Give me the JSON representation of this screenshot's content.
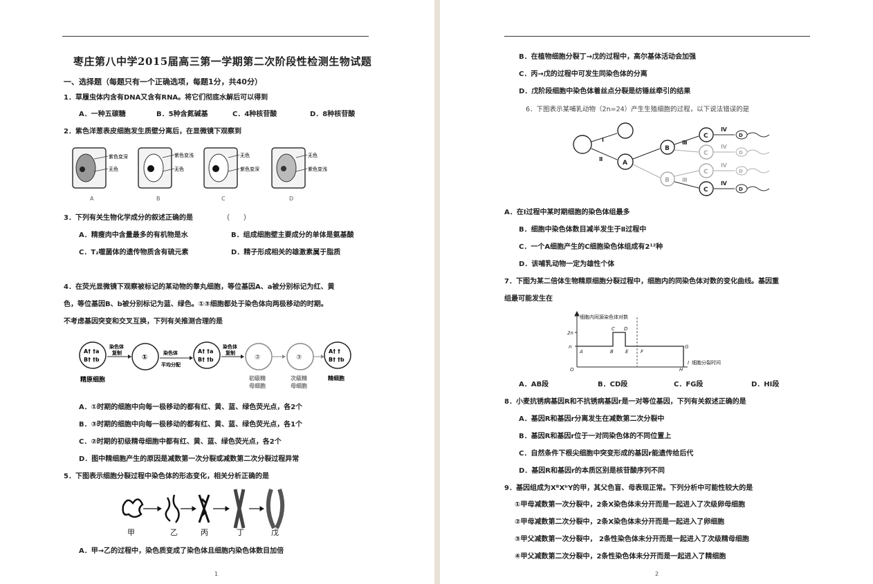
{
  "page1": {
    "title": "枣庄第八中学2015届高三第一学期第二次阶段性检测生物试题",
    "section": "一、选择题（每题只有一个正确选项，每题1分，共40分）",
    "q1": {
      "stem": "1．草履虫体内含有DNA又含有RNA。将它们彻底水解后可以得到",
      "a": "A．一种五碳糖",
      "b": "B．5种含氮碱基",
      "c": "C．4种核苷酸",
      "d": "D．8种核苷酸"
    },
    "q2": {
      "stem": "2．紫色洋葱表皮细胞发生质壁分离后，在显微镜下观察到",
      "cells": [
        {
          "l1": "紫色变深",
          "l2": "无色",
          "letter": "A"
        },
        {
          "l1": "紫色变浅",
          "l2": "无色",
          "letter": "B"
        },
        {
          "l1": "无色",
          "l2": "紫色变深",
          "letter": "C"
        },
        {
          "l1": "无色",
          "l2": "紫色变浅",
          "letter": "D"
        }
      ]
    },
    "q3": {
      "stem": "3．下列有关生物化学成分的叙述正确的是",
      "paren": "（　　）",
      "a": "A．精瘦肉中含量最多的有机物是水",
      "b": "B．组成细胞壁主要成分的单体是氨基酸",
      "c": "C．T₂噬菌体的遗传物质含有硫元素",
      "d": "D．精子形成相关的雄激素属于脂质"
    },
    "q4": {
      "l1": "4．在荧光显微镜下观察被标记的某动物的睾丸细胞，等位基因A、a被分别标记为红、黄",
      "l2": "色，等位基因B、b被分别标记为蓝、绿色。①③细胞都处于染色体向两极移动的时期。",
      "l3": "不考虑基因突变和交叉互换，下列有关推测合理的是",
      "diagram": {
        "cell0": "A† †a",
        "cell0b": "B† †b",
        "arrow1a": "染色体",
        "arrow1b": "复制",
        "c1": "①",
        "arrow2a": "染色体",
        "arrow2b": "平均分配",
        "cell2": "A† †a",
        "cell2b": "B† †b",
        "arrow3a": "染色体",
        "arrow3b": "复制",
        "c3": "②",
        "c4": "③",
        "cell5": "A† †",
        "cell5b": "B† †b",
        "lab0": "精原细胞",
        "lab3a": "初级精",
        "lab3b": "母细胞",
        "lab4a": "次级精",
        "lab4b": "母细胞",
        "lab5": "精细胞"
      },
      "a": "A．①时期的细胞中向每一极移动的都有红、黄、蓝、绿色荧光点，各2个",
      "b": "B．③时期的细胞中向每一极移动的都有红、黄、蓝、绿色荧光点，各1个",
      "c": "C．②时期的初级精母细胞中都有红、黄、蓝、绿色荧光点，各2个",
      "d": "D．图中精细胞产生的原因是减数第一次分裂或减数第二次分裂过程异常"
    },
    "q5": {
      "stem": "5．下图表示细胞分裂过程中染色体的形态变化，相关分析正确的是",
      "labels": [
        "甲",
        "乙",
        "丙",
        "丁",
        "戊"
      ],
      "a": "A．甲→乙的过程中，染色质变成了染色体且细胞内染色体数目加倍"
    },
    "page_num": "1"
  },
  "page2": {
    "q5b": "B．在植物细胞分裂丁→戊的过程中，高尔基体活动会加强",
    "q5c": "C．丙→戊的过程中可发生同染色体的分离",
    "q5d": "D．戊阶段细胞中染色体着丝点分裂是纺锤丝牵引的结果",
    "q6": {
      "stem": "6．下图表示某哺乳动物（2n=24）产生生殖细胞的过程，以下说法错误的是",
      "nodes": {
        "a": "A",
        "b": "B",
        "c": "C",
        "d": "D",
        "r1": "Ⅰ",
        "r2": "Ⅱ",
        "r3": "Ⅲ",
        "r4": "Ⅳ"
      },
      "a": "A．在Ⅰ过程中某时期细胞的染色体组最多",
      "b": "B．细胞中染色体数目减半发生于Ⅱ过程中",
      "c": "C．一个A细胞产生的C细胞染色体组成有2¹²种",
      "d": "D．该哺乳动物一定为雄性个体"
    },
    "q7": {
      "l1": "7．下图为某二倍体生物精原细胞分裂过程中，细胞内的同染色体对数的变化曲线。基因重",
      "l2": "组最可能发生在",
      "graph": {
        "ylabel": "细胞内同源染色体对数",
        "y2n": "2n",
        "yn": "n",
        "o": "O",
        "xlabel": "细胞分裂时间",
        "pts": [
          "A",
          "B",
          "C",
          "D",
          "E",
          "F",
          "G",
          "H",
          "I"
        ]
      },
      "a": "A．AB段",
      "b": "B．CD段",
      "c": "C．FG段",
      "d": "D．HI段"
    },
    "q8": {
      "stem": "8．小麦抗锈病基因R和不抗锈病基因r是一对等位基因，下列有关叙述正确的是",
      "a": "A．基因R和基因r分离发生在减数第二次分裂中",
      "b": "B．基因R和基因r位于一对同染色体的不同位置上",
      "c": "C．自然条件下根尖细胞中突变形成的基因r能遗传给后代",
      "d": "D．基因R和基因r的本质区别是核苷酸序列不同"
    },
    "q9": {
      "stem": "9．基因组成为XᴮXᵇY的甲，其父色盲、母表现正常。下列分析中可能性较大的是",
      "o1": "①甲母减数第一次分裂中，2条X染色体未分开而是一起进入了次级卵母细胞",
      "o2": "②甲母减数第二次分裂中，2条X染色体未分开而是一起进入了卵细胞",
      "o3": "③甲父减数第一次分裂中，  2条性染色体未分开而是一起进入了次级精母细胞",
      "o4": "④甲父减数第二次分裂中，2条性染色体未分开而是一起进入了精细胞"
    },
    "page_num": "2"
  }
}
